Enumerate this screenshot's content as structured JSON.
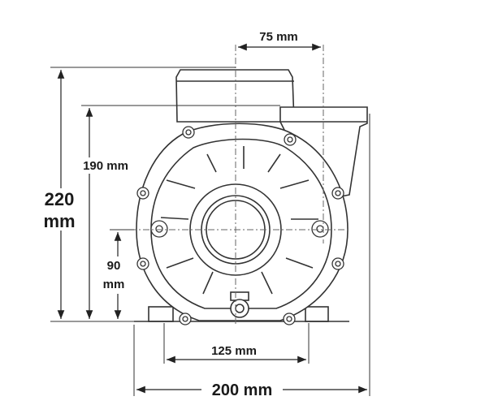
{
  "dimensions": {
    "top_width": "75 mm",
    "total_height_value": "220",
    "total_height_unit": "mm",
    "body_height": "190 mm",
    "shaft_height_value": "90",
    "shaft_height_unit": "mm",
    "foot_spacing": "125 mm",
    "total_width": "200 mm"
  },
  "colors": {
    "line": "#333333",
    "fill": "#ffffff"
  }
}
